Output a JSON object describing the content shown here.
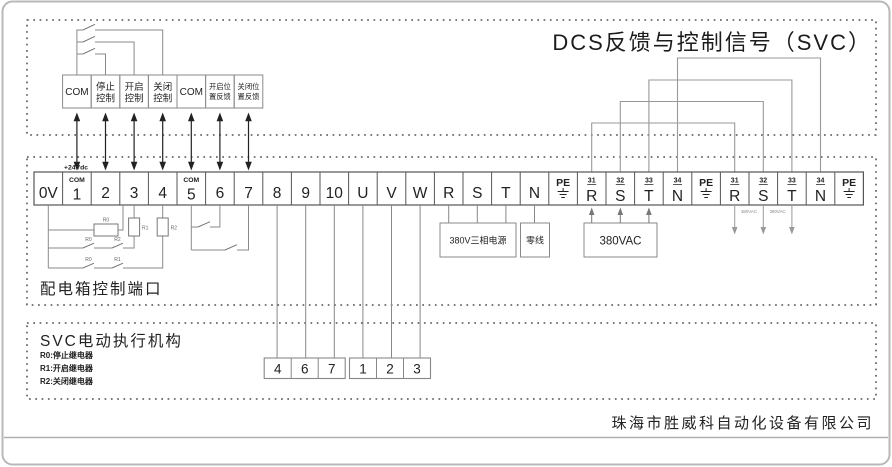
{
  "title": "DCS反馈与控制信号（SVC）",
  "control_boxes": {
    "com1": "COM",
    "stop1": "停止",
    "stop2": "控制",
    "open1": "开启",
    "open2": "控制",
    "close1": "关闭",
    "close2": "控制",
    "com2": "COM",
    "openfb1": "开启位",
    "openfb2": "置反馈",
    "closefb1": "关闭位",
    "closefb2": "置反馈"
  },
  "strip": {
    "plus24": "+24Vdc",
    "cells": [
      {
        "label": "0V"
      },
      {
        "label": "1",
        "top": "COM"
      },
      {
        "label": "2"
      },
      {
        "label": "3"
      },
      {
        "label": "4"
      },
      {
        "label": "5",
        "top": "COM"
      },
      {
        "label": "6"
      },
      {
        "label": "7"
      },
      {
        "label": "8"
      },
      {
        "label": "9"
      },
      {
        "label": "10"
      },
      {
        "label": "U"
      },
      {
        "label": "V"
      },
      {
        "label": "W"
      },
      {
        "label": "R"
      },
      {
        "label": "S"
      },
      {
        "label": "T"
      },
      {
        "label": "N"
      },
      {
        "label": "PE"
      },
      {
        "label": "R",
        "sup": "31"
      },
      {
        "label": "S",
        "sup": "32"
      },
      {
        "label": "T",
        "sup": "33"
      },
      {
        "label": "N",
        "sup": "34"
      },
      {
        "label": "PE"
      },
      {
        "label": "R",
        "sup": "31"
      },
      {
        "label": "S",
        "sup": "32"
      },
      {
        "label": "T",
        "sup": "33"
      },
      {
        "label": "N",
        "sup": "34"
      },
      {
        "label": "PE"
      }
    ]
  },
  "relay_circuit": {
    "coil_r0": "R0",
    "coil_r1": "R1",
    "coil_r2": "R2",
    "contacts_open_path": [
      "R0",
      "R2"
    ],
    "contacts_close_path": [
      "R0",
      "R1"
    ]
  },
  "power": {
    "three_phase": "380V三相电源",
    "neutral": "零线",
    "vac": "380VAC",
    "vac_small": "380VAC"
  },
  "sections": {
    "panel_port": "配电箱控制端口",
    "actuator_title": "SVC电动执行机构"
  },
  "legend": [
    "R0:停止继电器",
    "R1:开启继电器",
    "R2:关闭继电器"
  ],
  "actuator_blocks": {
    "feedback": [
      "4",
      "6",
      "7"
    ],
    "power": [
      "1",
      "2",
      "3"
    ]
  },
  "footer": {
    "company": "珠海市胜威科自动化设备有限公司"
  }
}
